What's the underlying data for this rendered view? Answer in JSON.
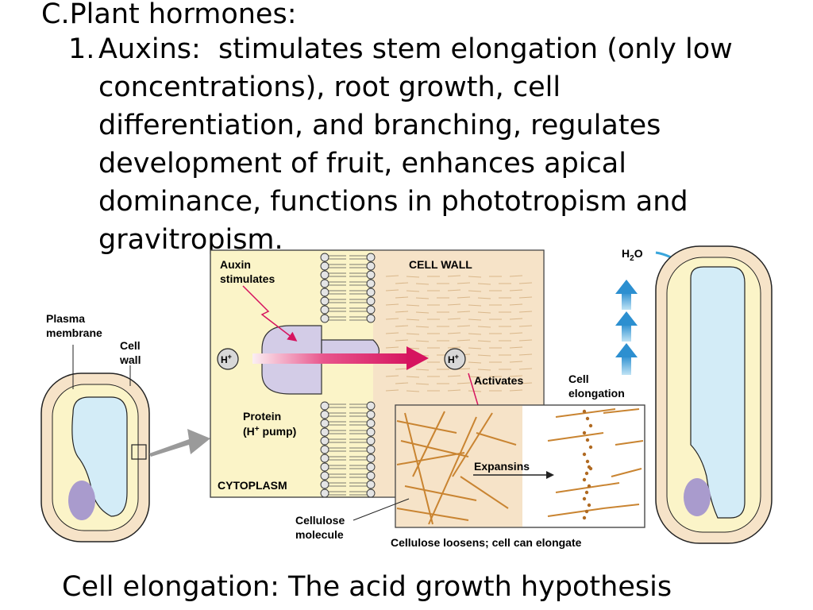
{
  "slide": {
    "heading": "C.Plant hormones:",
    "item": {
      "number": "1.",
      "label": "Auxins:",
      "description": "stimulates stem elongation (only low concentrations), root growth, cell differentiation, and branching, regulates development of fruit, enhances apical dominance, functions in phototropism and gravitropism."
    },
    "caption": "Cell elongation:  The acid growth hypothesis"
  },
  "diagram": {
    "labels": {
      "plasma_membrane_1": "Plasma",
      "plasma_membrane_2": "membrane",
      "cell_wall_left_1": "Cell",
      "cell_wall_left_2": "wall",
      "auxin_stimulates_1": "Auxin",
      "auxin_stimulates_2": "stimulates",
      "cell_wall_region": "CELL WALL",
      "proton": "H",
      "proton_charge": "+",
      "protein_1": "Protein",
      "protein_2_a": "(H",
      "protein_2_b": "+",
      "protein_2_c": " pump)",
      "cytoplasm": "CYTOPLASM",
      "activates": "Activates",
      "expansins": "Expansins",
      "cellulose_1": "Cellulose",
      "cellulose_2": "molecule",
      "cellulose_loosens": "Cellulose loosens; cell can elongate",
      "water_h": "H",
      "water_sub": "2",
      "water_o": "O",
      "cell_elongation_1": "Cell",
      "cell_elongation_2": "elongation"
    },
    "colors": {
      "cell_wall": "#f6e3c8",
      "cytoplasm": "#fbf4c8",
      "vacuole": "#d3ecf7",
      "nucleus": "#a99bcd",
      "pump_protein": "#d3cce7",
      "proton_arrow": "#d6145f",
      "cellulose": "#c98431",
      "up_arrow": "#3aa6dc",
      "pointer_arrow": "#9a9a9a"
    }
  }
}
